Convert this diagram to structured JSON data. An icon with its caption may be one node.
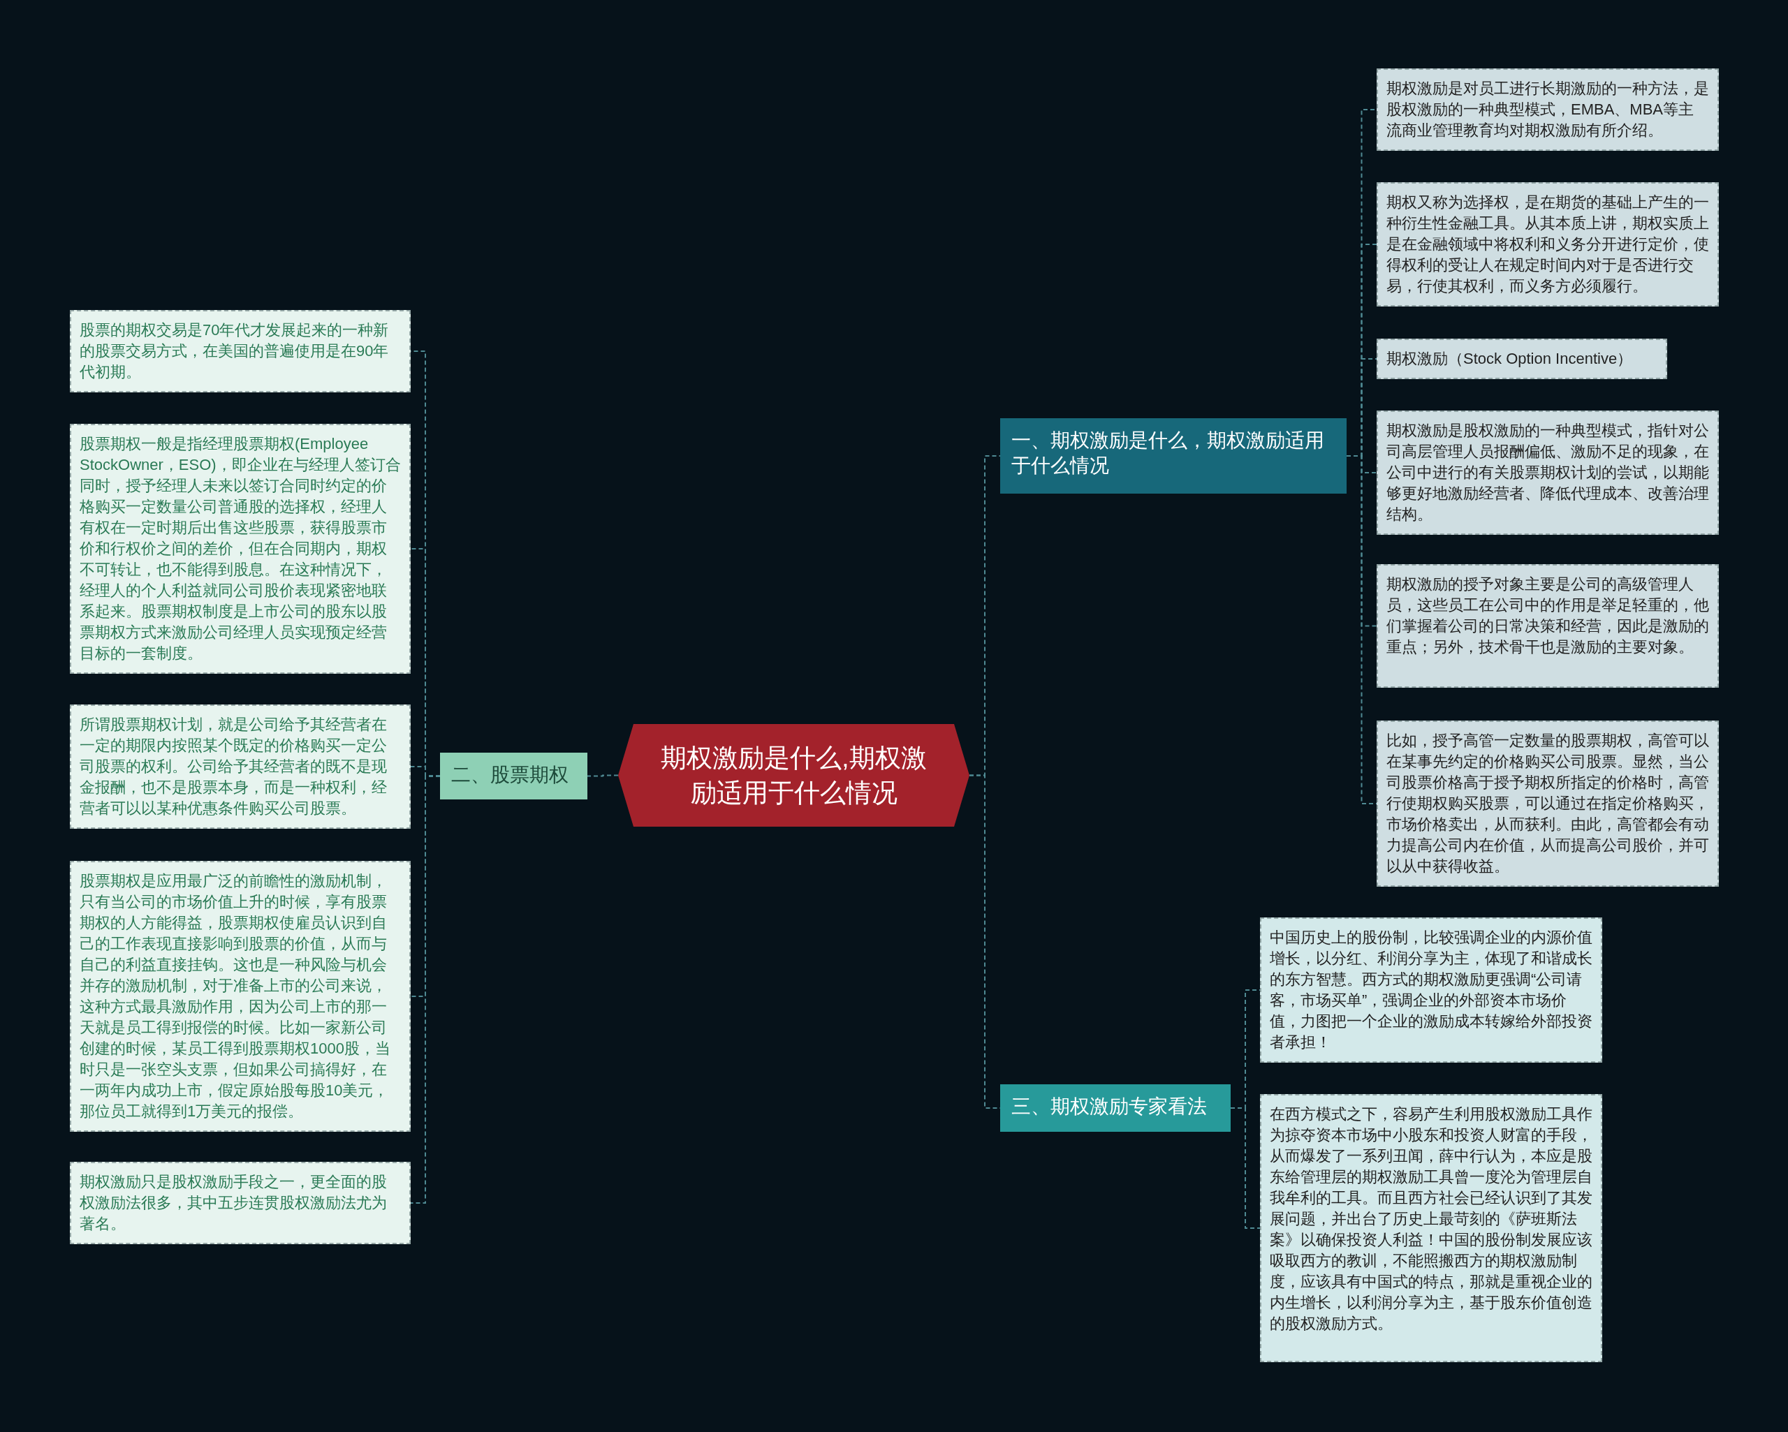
{
  "diagram": {
    "nodes": [
      {
        "text": [
          "期权激励是什么,期权激励适用于什么情况"
        ]
      },
      {
        "text": [
          "一、期权激励是什么，期权激励适用于什么情况"
        ]
      },
      {
        "text": [
          "期权激励是对员工进行长期激励的一种方法，是股权激励的一种典型模式，EMBA、MBA等主流商业管理教育均对期权激励有所介绍。"
        ]
      },
      {
        "text": [
          "期权又称为选择权，是在期货的基础上产生的一种衍生性金融工具。从其本质上讲，期权实质上是在金融领域中将权利和义务分开进行定价，使得权利的受让人在规定时间内对于是否进行交易，行使其权利，而义务方必须履行。"
        ]
      },
      {
        "text": [
          "期权激励（Stock Option Incentive）"
        ]
      },
      {
        "text": [
          "期权激励是股权激励的一种典型模式，指针对公司高层管理人员报酬偏低、激励不足的现象，在公司中进行的有关股票期权计划的尝试，以期能够更好地激励经营者、降低代理成本、改善治理结构。"
        ]
      },
      {
        "text": [
          "期权激励的授予对象主要是公司的高级管理人员，这些员工在公司中的作用是举足轻重的，他们掌握着公司的日常决策和经营，因此是激励的重点；另外，技术骨干也是激励的主要对象。"
        ]
      },
      {
        "text": [
          "比如，授予高管一定数量的股票期权，高管可以在某事先约定的价格购买公司股票。显然，当公司股票价格高于授予期权所指定的价格时，高管行使期权购买股票，可以通过在指定价格购买，市场价格卖出，从而获利。由此，高管都会有动力提高公司内在价值，从而提高公司股价，并可以从中获得收益。"
        ]
      },
      {
        "text": [
          "三、期权激励专家看法"
        ]
      },
      {
        "text": [
          "中国历史上的股份制，比较强调企业的内源价值增长，以分红、利润分享为主，体现了和谐成长的东方智慧。西方式的期权激励更强调“公司请客，市场买单”，强调企业的外部资本市场价值，力图把一个企业的激励成本转嫁给外部投资者承担！"
        ]
      },
      {
        "text": [
          "在西方模式之下，容易产生利用股权激励工具作为掠夺资本市场中小股东和投资人财富的手段，从而爆发了一系列丑闻，薛中行认为，本应是股东给管理层的期权激励工具曾一度沦为管理层自我牟利的工具。而且西方社会已经认识到了其发展问题，并出台了历史上最苛刻的《萨班斯法案》以确保投资人利益！中国的股份制发展应该吸取西方的教训，不能照搬西方的期权激励制度，应该具有中国式的特点，那就是重视企业的内生增长，以利润分享为主，基于股东价值创造的股权激励方式。"
        ]
      },
      {
        "text": [
          "二、股票期权"
        ]
      },
      {
        "text": [
          "股票的期权交易是70年代才发展起来的一种新的股票交易方式，在美国的普遍使用是在90年代初期。"
        ]
      },
      {
        "text": [
          "股票期权一般是指经理股票期权(Employee StockOwner，ESO)，即企业在与经理人签订合同时，授予经理人未来以签订合同时约定的价格购买一定数量公司普通股的选择权，经理人有权在一定时期后出售这些股票，获得股票市价和行权价之间的差价，但在合同期内，期权不可转让，也不能得到股息。在这种情况下，经理人的个人利益就同公司股价表现紧密地联系起来。股票期权制度是上市公司的股东以股票期权方式来激励公司经理人员实现预定经营目标的一套制度。"
        ]
      },
      {
        "text": [
          "所谓股票期权计划，就是公司给予其经营者在一定的期限内按照某个既定的价格购买一定公司股票的权利。公司给予其经营者的既不是现金报酬，也不是股票本身，而是一种权利，经营者可以以某种优惠条件购买公司股票。"
        ]
      },
      {
        "text": [
          "股票期权是应用最广泛的前瞻性的激励机制，只有当公司的市场价值上升的时候，享有股票期权的人方能得益，股票期权使雇员认识到自己的工作表现直接影响到股票的价值，从而与自己的利益直接挂钩。这也是一种风险与机会并存的激励机制，对于准备上市的公司来说，这种方式最具激励作用，因为公司上市的那一天就是员工得到报偿的时候。比如一家新公司创建的时候，某员工得到股票期权1000股，当时只是一张空头支票，但如果公司搞得好，在一两年内成功上市，假定原始股每股10美元，那位员工就得到1万美元的报偿。"
        ]
      },
      {
        "text": [
          "期权激励只是股权激励手段之一，更全面的股权激励法很多，其中五步连贯股权激励法尤为著名。"
        ]
      }
    ],
    "edges": [
      {
        "from": 0,
        "to": 1,
        "arrow": "none"
      },
      {
        "from": 1,
        "to": 2,
        "arrow": "none"
      },
      {
        "from": 1,
        "to": 3,
        "arrow": "none"
      },
      {
        "from": 1,
        "to": 4,
        "arrow": "none"
      },
      {
        "from": 1,
        "to": 5,
        "arrow": "none"
      },
      {
        "from": 1,
        "to": 6,
        "arrow": "none"
      },
      {
        "from": 1,
        "to": 7,
        "arrow": "none"
      },
      {
        "from": 0,
        "to": 8,
        "arrow": "none"
      },
      {
        "from": 8,
        "to": 9,
        "arrow": "none"
      },
      {
        "from": 8,
        "to": 10,
        "arrow": "none"
      },
      {
        "from": 0,
        "to": 11,
        "arrow": "none"
      },
      {
        "from": 11,
        "to": 12,
        "arrow": "none"
      },
      {
        "from": 11,
        "to": 13,
        "arrow": "none"
      },
      {
        "from": 11,
        "to": 14,
        "arrow": "none"
      },
      {
        "from": 11,
        "to": 15,
        "arrow": "none"
      },
      {
        "from": 11,
        "to": 16,
        "arrow": "none"
      }
    ]
  }
}
